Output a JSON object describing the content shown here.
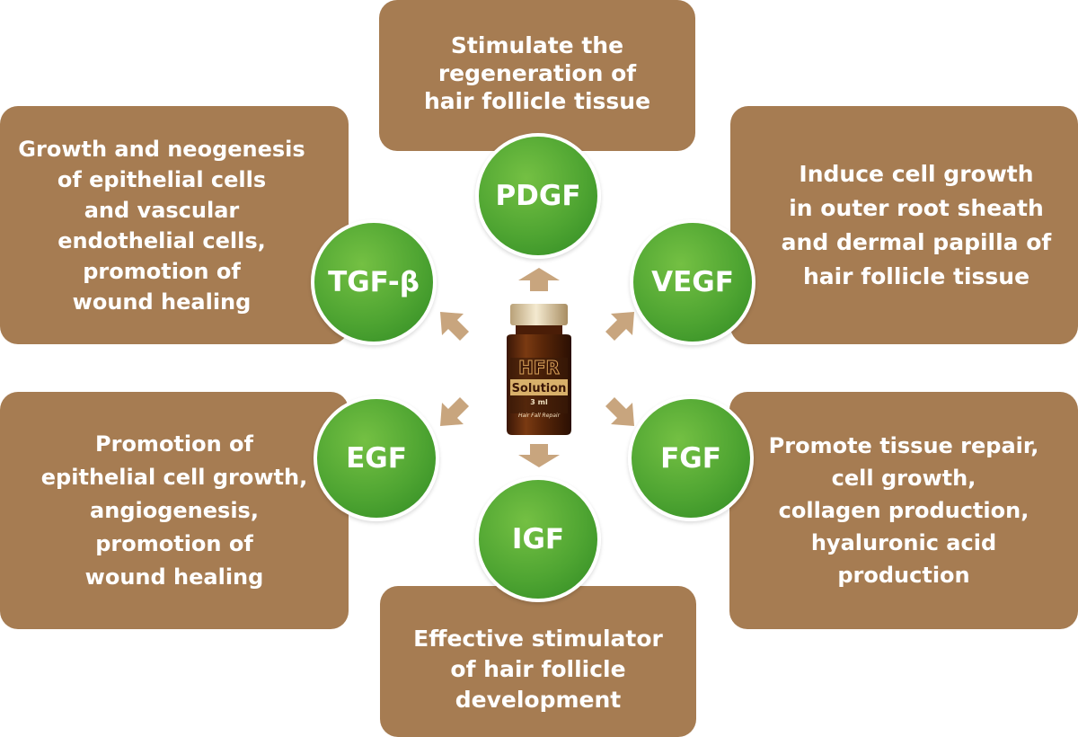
{
  "center": {
    "product_brand": "HFR",
    "product_name": "Solution",
    "product_volume": "3 ml",
    "product_tagline": "Hair Fall Repair"
  },
  "factors": [
    {
      "id": "pdgf",
      "name": "PDGF",
      "description": "Stimulate the\nregeneration of\nhair follicle tissue"
    },
    {
      "id": "tgf",
      "name": "TGF-β",
      "description": "Growth and neogenesis\nof epithelial cells\nand vascular\nendothelial cells,\npromotion of\nwound healing"
    },
    {
      "id": "vegf",
      "name": "VEGF",
      "description": "Induce cell growth\nin outer root sheath\nand dermal papilla of\nhair follicle tissue"
    },
    {
      "id": "egf",
      "name": "EGF",
      "description": "Promotion of\nepithelial cell growth,\nangiogenesis,\npromotion of\nwound healing"
    },
    {
      "id": "fgf",
      "name": "FGF",
      "description": "Promote tissue repair,\ncell growth,\ncollagen production,\nhyaluronic acid\nproduction"
    },
    {
      "id": "igf",
      "name": "IGF",
      "description": "Effective stimulator\nof hair follicle\ndevelopment"
    }
  ],
  "colors": {
    "box_brown": "#a67c52",
    "circle_green": "#4fa532",
    "arrow_tan": "#c8a57e",
    "text_white": "#ffffff"
  }
}
